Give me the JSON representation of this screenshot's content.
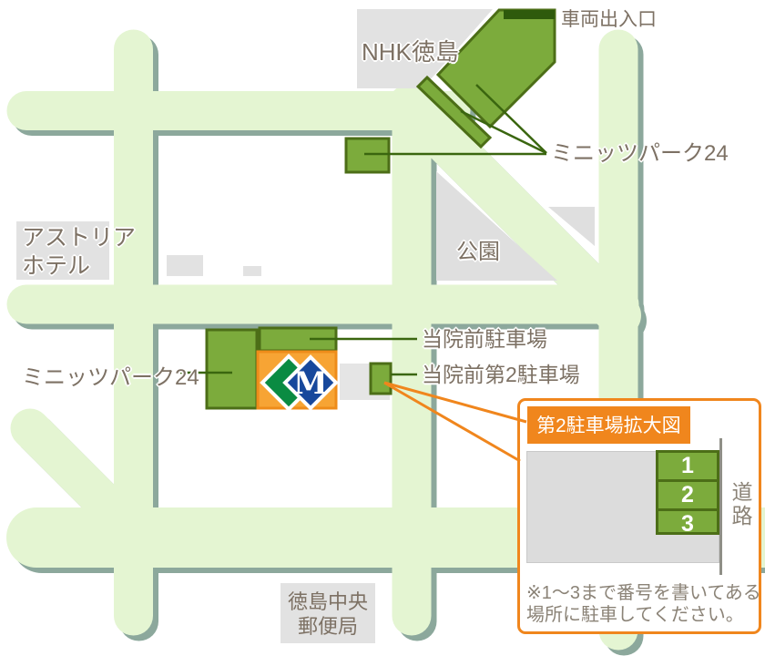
{
  "map": {
    "labels": {
      "vehicle_entrance": "車両出入口",
      "nhk": "NHK徳島",
      "minutes_park_right": "ミニッツパーク24",
      "hotel_line1": "アストリア",
      "hotel_line2": "ホテル",
      "park": "公園",
      "clinic_front_parking": "当院前駐車場",
      "clinic_front_parking2": "当院前第2駐車場",
      "minutes_park_left": "ミニッツパーク24",
      "post_office_line1": "徳島中央",
      "post_office_line2": "郵便局",
      "logo_letter": "M"
    },
    "inset": {
      "title": "第2駐車場拡大図",
      "stalls": [
        "1",
        "2",
        "3"
      ],
      "road_label": "道路",
      "note_line1": "※1〜3まで番号を書いてある",
      "note_line2": "場所に駐車してください。"
    },
    "colors": {
      "road": "#e4f5d2",
      "road_shadow": "#8ca89c",
      "parking_green": "#7cab3c",
      "parking_border": "#4c6e17",
      "dark_green_line": "#3a660f",
      "entrance_bar": "#2e5a0c",
      "building_gray": "#e2e2e2",
      "inset_orange": "#f0861d",
      "clinic_orange": "#f7a434",
      "diamond_green": "#0a8b42",
      "diamond_blue": "#17489c",
      "label_text": "#7d7164",
      "note_text": "#8b8377"
    }
  }
}
